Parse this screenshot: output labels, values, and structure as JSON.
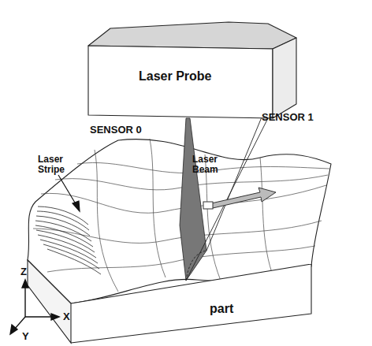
{
  "diagram": {
    "nodes": [
      {
        "text": [
          "Laser Probe"
        ]
      },
      {
        "text": [
          "part"
        ]
      }
    ],
    "labels": [
      "SENSOR 0",
      "SENSOR 1",
      "Laser Beam",
      "Laser Stripe",
      "Z",
      "X",
      "Y"
    ]
  }
}
